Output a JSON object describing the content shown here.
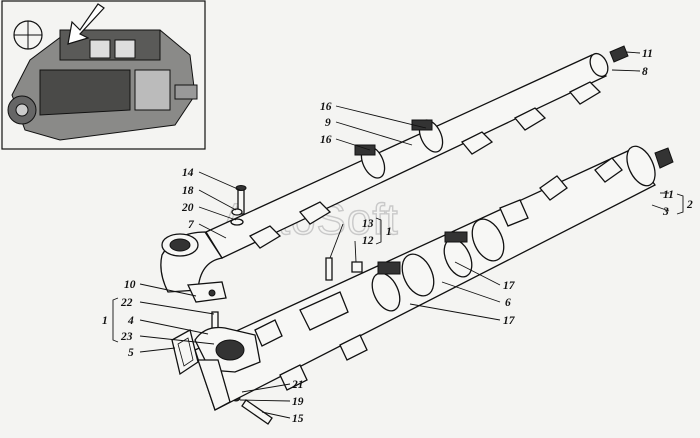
{
  "watermark": "AutoSoft",
  "inset": {
    "image": "engine-overview-sketch"
  },
  "callouts": [
    {
      "id": "c11a",
      "text": "11"
    },
    {
      "id": "c8",
      "text": "8"
    },
    {
      "id": "c16a",
      "text": "16"
    },
    {
      "id": "c9",
      "text": "9"
    },
    {
      "id": "c16b",
      "text": "16"
    },
    {
      "id": "c14",
      "text": "14"
    },
    {
      "id": "c18",
      "text": "18"
    },
    {
      "id": "c20",
      "text": "20"
    },
    {
      "id": "c7",
      "text": "7"
    },
    {
      "id": "c13",
      "text": "13"
    },
    {
      "id": "c12",
      "text": "12"
    },
    {
      "id": "c1a",
      "text": "1"
    },
    {
      "id": "c11b",
      "text": "11"
    },
    {
      "id": "c3",
      "text": "3"
    },
    {
      "id": "c2",
      "text": "2"
    },
    {
      "id": "c10",
      "text": "10"
    },
    {
      "id": "c22",
      "text": "22"
    },
    {
      "id": "c4",
      "text": "4"
    },
    {
      "id": "c23",
      "text": "23"
    },
    {
      "id": "c1b",
      "text": "1"
    },
    {
      "id": "c5",
      "text": "5"
    },
    {
      "id": "c17a",
      "text": "17"
    },
    {
      "id": "c6",
      "text": "6"
    },
    {
      "id": "c17b",
      "text": "17"
    },
    {
      "id": "c21",
      "text": "21"
    },
    {
      "id": "c19",
      "text": "19"
    },
    {
      "id": "c15",
      "text": "15"
    }
  ]
}
